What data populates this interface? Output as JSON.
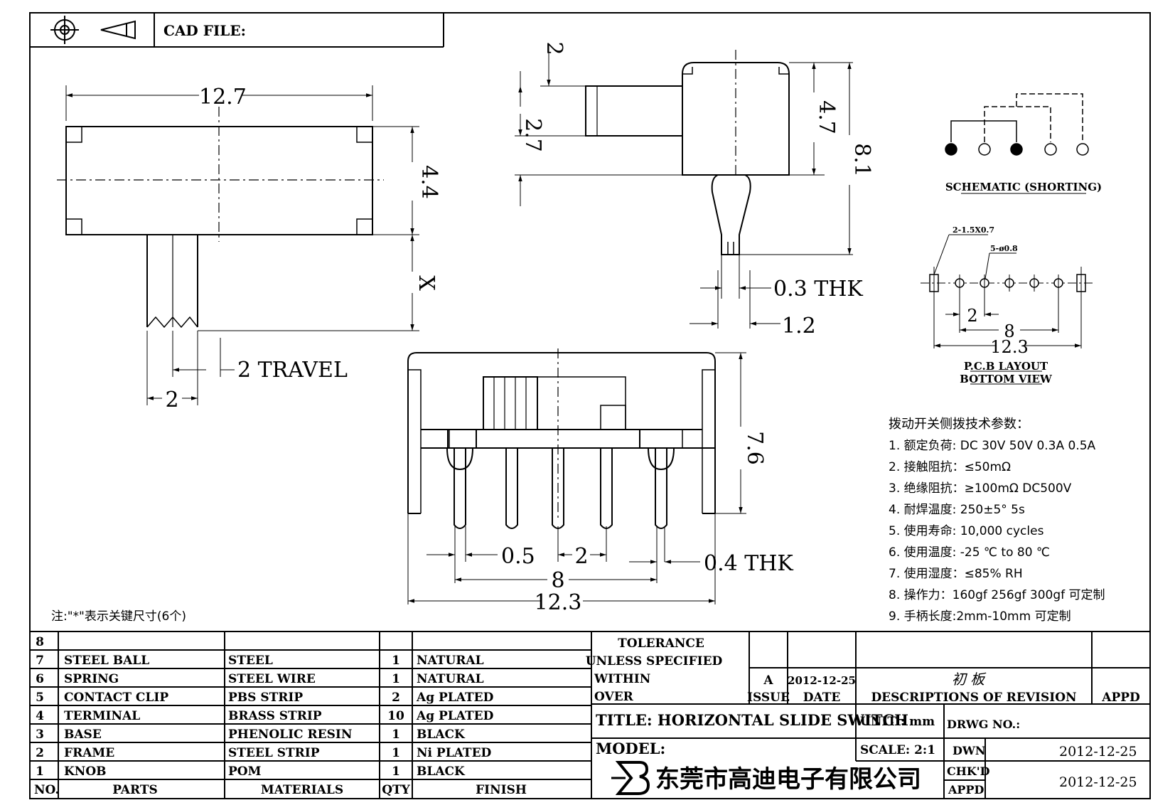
{
  "header": {
    "cad_file_label": "CAD FILE:"
  },
  "top_view": {
    "width_dim": "12.7",
    "height_dim": "4.4",
    "x_dim": "X",
    "travel": "2 TRAVEL",
    "knob_width": "2"
  },
  "side_view": {
    "dim_2": "2",
    "dim_2_7": "2.7",
    "dim_4_7": "4.7",
    "dim_8_1": "8.1",
    "thk_0_3": "0.3 THK",
    "dim_1_2": "1.2"
  },
  "front_view": {
    "dim_7_6": "7.6",
    "dim_0_5": "0.5",
    "dim_2": "2",
    "thk_0_4": "0.4 THK",
    "dim_8": "8",
    "dim_12_3": "12.3"
  },
  "schematic": {
    "caption": "SCHEMATIC (SHORTING)"
  },
  "pcb": {
    "hole_rect": "2-1.5X0.7",
    "hole_round": "5-ø0.8",
    "dim_2": "2",
    "dim_8": "8",
    "dim_12_3": "12.3",
    "caption_1": "P.C.B LAYOUT",
    "caption_2": "BOTTOM VIEW"
  },
  "specs": {
    "title": "拨动开关侧拨技术参数：",
    "lines": [
      "1.  额定负荷: DC 30V    50V    0.3A    0.5A",
      "2.  接触阻抗：≤50mΩ",
      "3.  绝缘阻抗：≥100mΩ   DC500V",
      "4.  耐焊温度: 250±5°  5s",
      "5.  使用寿命: 10,000 cycles",
      "6.  使用温度: -25  ℃  to 80  ℃",
      "7.  使用湿度：≤85% RH",
      "8.  操作力：160gf    256gf    300gf   可定制",
      "9.  手柄长度:2mm-10mm   可定制"
    ]
  },
  "note": "注:\"*\"表示关键尺寸(6个)",
  "bom": {
    "rows": [
      {
        "no": "8",
        "part": "",
        "material": "",
        "qty": "",
        "finish": ""
      },
      {
        "no": "7",
        "part": "STEEL BALL",
        "material": "STEEL",
        "qty": "1",
        "finish": "NATURAL"
      },
      {
        "no": "6",
        "part": "SPRING",
        "material": "STEEL WIRE",
        "qty": "1",
        "finish": "NATURAL"
      },
      {
        "no": "5",
        "part": "CONTACT CLIP",
        "material": "PBS STRIP",
        "qty": "2",
        "finish": "Ag PLATED"
      },
      {
        "no": "4",
        "part": "TERMINAL",
        "material": "BRASS STRIP",
        "qty": "10",
        "finish": "Ag PLATED"
      },
      {
        "no": "3",
        "part": "BASE",
        "material": "PHENOLIC RESIN",
        "qty": "1",
        "finish": "BLACK"
      },
      {
        "no": "2",
        "part": "FRAME",
        "material": "STEEL STRIP",
        "qty": "1",
        "finish": "Ni PLATED"
      },
      {
        "no": "1",
        "part": "KNOB",
        "material": "POM",
        "qty": "1",
        "finish": "BLACK"
      }
    ],
    "header": {
      "no": "NO.",
      "parts": "PARTS",
      "materials": "MATERIALS",
      "qty": "QTY",
      "finish": "FINISH"
    }
  },
  "title_block": {
    "tol_1": "TOLERANCE",
    "tol_2": "UNLESS   SPECIFIED",
    "within": "WITHIN",
    "over": "OVER",
    "issue_val": "A",
    "date_val": "2012-12-25",
    "rev_desc": "初 板",
    "issue_label": "ISSUE",
    "date_label": "DATE",
    "desc_label": "DESCRIPTIONS OF REVISION",
    "appd_label": "APPD",
    "title": "TITLE: HORIZONTAL SLIDE SWITCH",
    "unit": "UNIT : mm",
    "drwg_no": "DRWG NO.:",
    "model": "MODEL:",
    "scale": "SCALE: 2:1",
    "dwn": "DWN",
    "dwn_date": "2012-12-25",
    "chkd": "CHK'D",
    "chk_date": "2012-12-25",
    "appd": "APPD",
    "company": "东莞市高迪电子有限公司"
  }
}
